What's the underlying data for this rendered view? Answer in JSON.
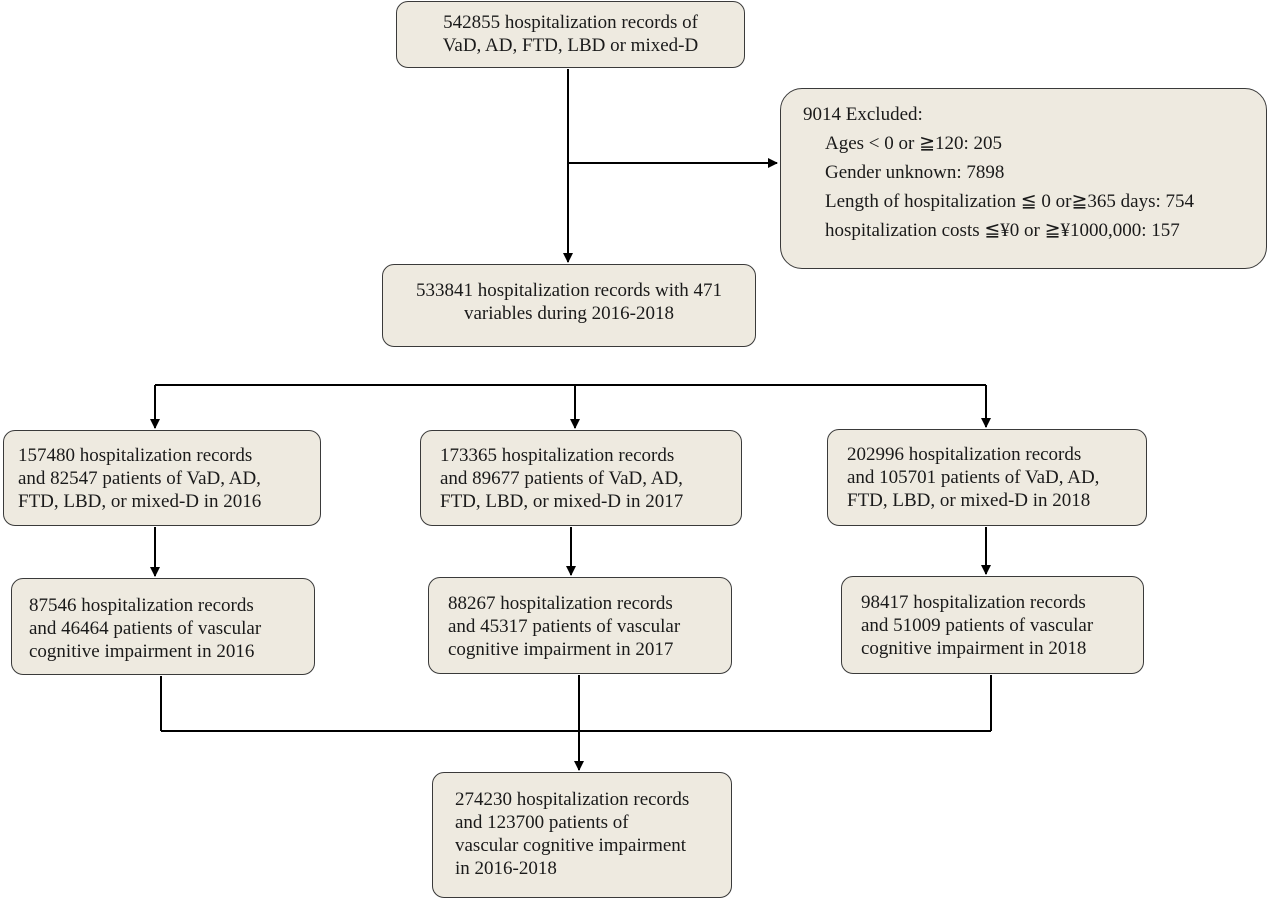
{
  "diagram": {
    "source_box": {
      "lines": [
        "542855 hospitalization records of",
        "VaD, AD, FTD, LBD or mixed-D"
      ]
    },
    "excluded_box": {
      "title": "9014 Excluded:",
      "reasons": [
        "Ages < 0 or  ≧120: 205",
        "Gender unknown: 7898",
        "Length of hospitalization  ≦ 0 or≧365 days: 754",
        "hospitalization costs  ≦¥0 or  ≧¥1000,000: 157"
      ]
    },
    "included_box": {
      "lines": [
        "533841 hospitalization records with 471",
        "variables during 2016-2018"
      ]
    },
    "year_boxes": [
      {
        "lines": [
          "157480 hospitalization records",
          "and 82547 patients of VaD, AD,",
          "FTD, LBD, or mixed-D in 2016"
        ]
      },
      {
        "lines": [
          "173365 hospitalization records",
          "and 89677 patients of VaD, AD,",
          "FTD, LBD, or mixed-D in 2017"
        ]
      },
      {
        "lines": [
          "202996 hospitalization records",
          "and 105701 patients of VaD, AD,",
          "FTD, LBD, or mixed-D in 2018"
        ]
      }
    ],
    "vci_boxes": [
      {
        "lines": [
          "87546 hospitalization records",
          "and 46464 patients of vascular",
          "cognitive impairment in 2016"
        ]
      },
      {
        "lines": [
          "88267 hospitalization records",
          "and 45317 patients of vascular",
          "cognitive impairment in 2017"
        ]
      },
      {
        "lines": [
          "98417 hospitalization records",
          "and 51009 patients of vascular",
          "cognitive impairment in 2018"
        ]
      }
    ],
    "final_box": {
      "lines": [
        "274230 hospitalization records",
        "and 123700 patients of",
        "vascular cognitive impairment",
        "in 2016-2018"
      ]
    },
    "colors": {
      "box_fill": "#eeeae0",
      "box_border": "#3a3a3a",
      "connector": "#000000",
      "text": "#1a1a1a"
    }
  }
}
